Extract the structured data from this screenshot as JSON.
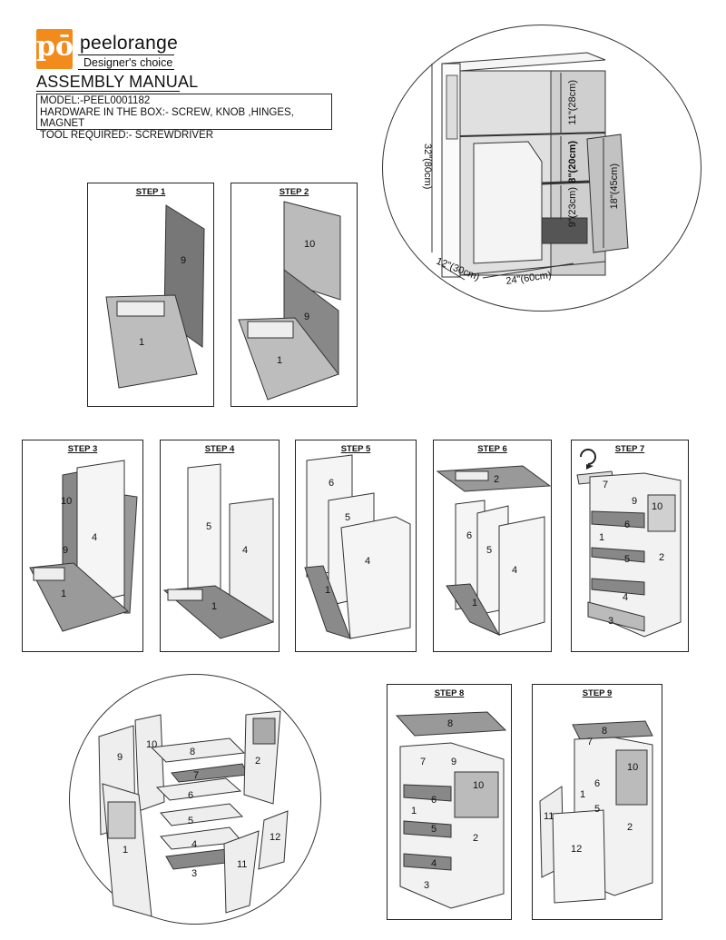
{
  "header": {
    "logo_glyph": "pō",
    "brand": "peelorange",
    "tagline": "Designer's choice",
    "title": "ASSEMBLY MANUAL"
  },
  "info": {
    "model": "MODEL:-PEEL0001182",
    "hardware": "HARDWARE IN THE BOX:- SCREW, KNOB ,HINGES, MAGNET",
    "tool": "TOOL REQUIRED:- SCREWDRIVER"
  },
  "dimensions": {
    "top_height": "11\"(28cm)",
    "mid_height": "8\"(20cm)",
    "low_height": "9\"(23cm)",
    "total_height": "32\"(80cm)",
    "door_height": "18\"(45cm)",
    "depth": "12\"(30cm)",
    "width": "24\"(60cm)"
  },
  "steps": {
    "s1": "STEP 1",
    "s2": "STEP 2",
    "s3": "STEP 3",
    "s4": "STEP 4",
    "s5": "STEP 5",
    "s6": "STEP 6",
    "s7": "STEP 7",
    "s8": "STEP 8",
    "s9": "STEP 9"
  },
  "parts": {
    "p1": "1",
    "p2": "2",
    "p3": "3",
    "p4": "4",
    "p5": "5",
    "p6": "6",
    "p7": "7",
    "p8": "8",
    "p9": "9",
    "p10": "10",
    "p11": "11",
    "p12": "12"
  },
  "colors": {
    "brand_orange": "#f28a1c",
    "panel_dark": "#777777",
    "panel_mid": "#bdbdbd",
    "panel_light": "#f2f2f2"
  }
}
